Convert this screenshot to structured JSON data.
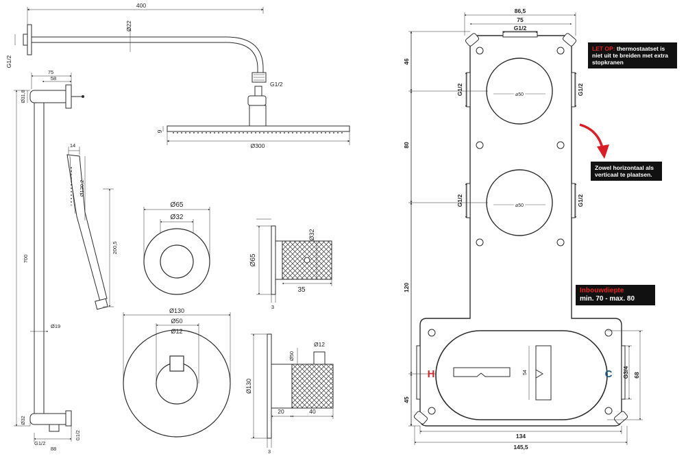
{
  "colors": {
    "line": "#2b2b2b",
    "hot": "#d7262a",
    "cold": "#1d5a86",
    "arrow": "#d81f26",
    "note_bg": "#111111"
  },
  "left": {
    "arm_length": "400",
    "arm_dia": "Ø22",
    "arm_thread": "G1/2",
    "arm_outlet": "G1/2",
    "head_height": "9",
    "head_dia": "Ø300",
    "bar_w75": "75",
    "bar_w58": "58",
    "bar_d31": "Ø31,8",
    "bar_len": "700",
    "bar_dia": "Ø19",
    "bar_d32": "Ø32",
    "bar_g_left": "G1/2",
    "bar_g_right": "G1/2",
    "bar_w88": "88",
    "hand_w": "14",
    "hand_d": "Ø120,2",
    "hand_len": "200,5",
    "rose_d65": "Ø65",
    "rose_d32": "Ø32",
    "stop_d65": "Ø65",
    "stop_d32": "Ø32",
    "stop_len": "35",
    "stop_plate": "3",
    "thermo_d130": "Ø130",
    "thermo_d50": "Ø50",
    "thermo_d12": "Ø12",
    "ts_d130": "Ø130",
    "ts_d50": "Ø50",
    "ts_d12": "Ø12",
    "ts_w20": "20",
    "ts_w40": "40",
    "ts_plate": "3"
  },
  "box": {
    "w86": "86,5",
    "w75": "75",
    "g_top": "G1/2",
    "h46": "46",
    "h80": "80",
    "h120": "120",
    "h45": "45",
    "g_l1": "G1/2",
    "g_r1": "G1/2",
    "g_l2": "G1/2",
    "g_r2": "G1/2",
    "c1": "⌀50",
    "c2": "⌀50",
    "h54": "54",
    "g34": "G3/4",
    "h68": "68",
    "w134": "134",
    "w145": "145,5",
    "hot": "H",
    "cold": "C"
  },
  "notes": {
    "n1_red": "LET OP:",
    "n1_rest": " thermostaatset is niet uit te breiden met extra stopkranen",
    "n2": "Zowel horizontaal als verticaal te plaatsen.",
    "n3_red": "Inbouwdiepte",
    "n3_rest": "min. 70 - max. 80"
  }
}
